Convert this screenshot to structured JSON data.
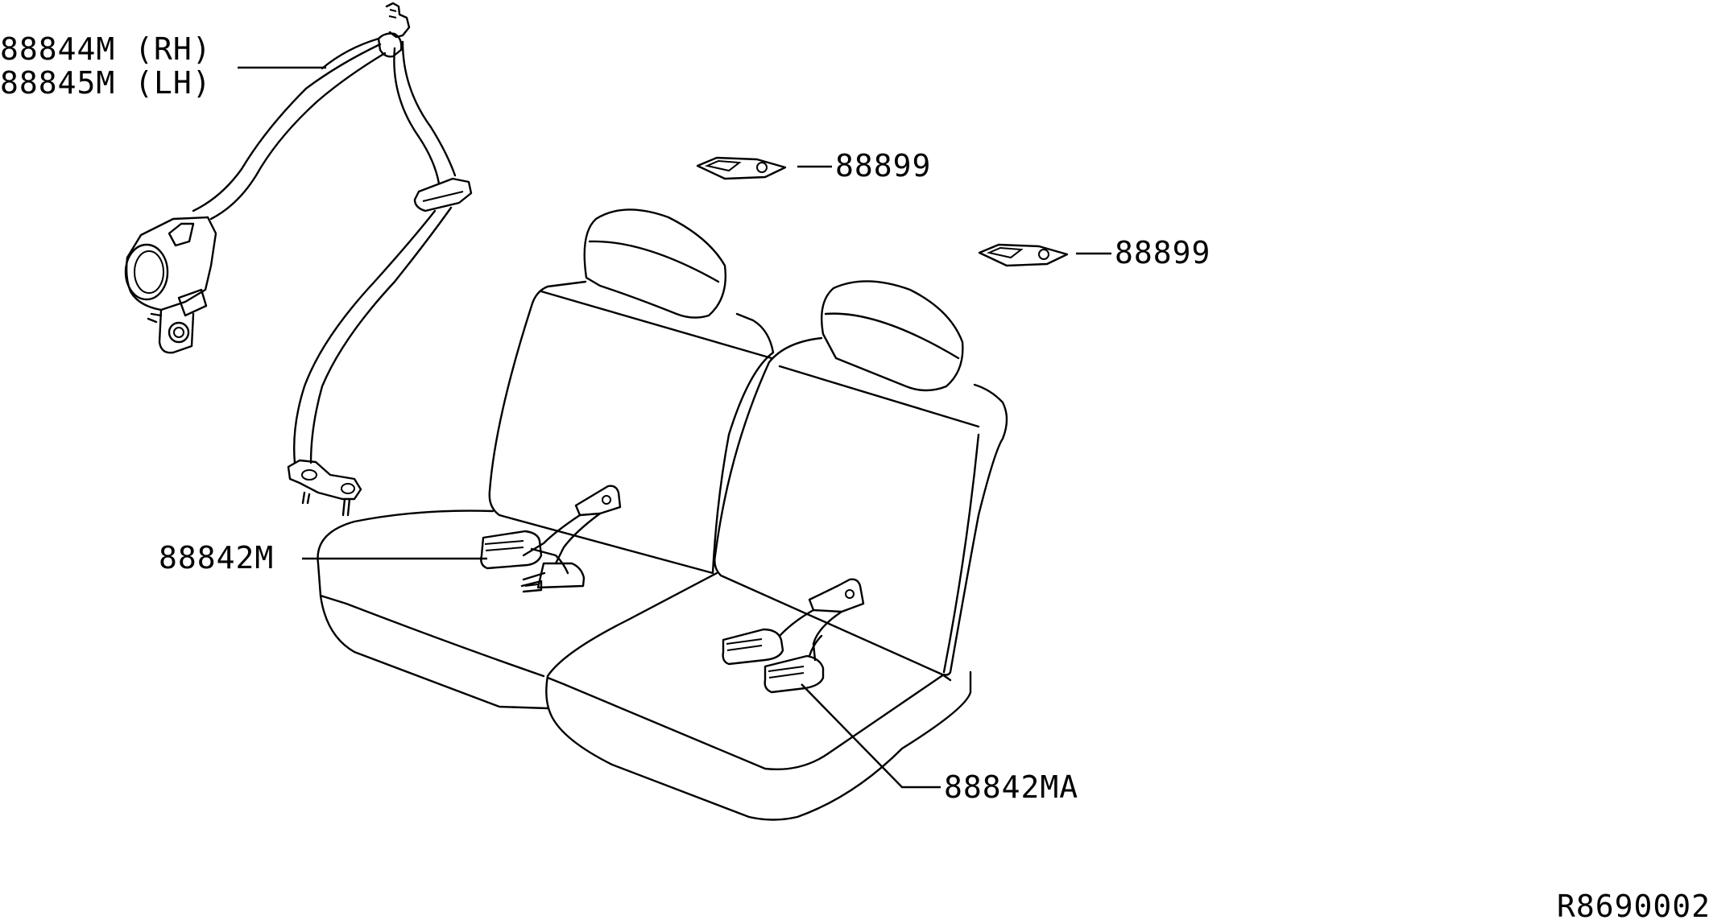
{
  "diagram": {
    "labels": {
      "belt_rh": "88844M (RH)",
      "belt_lh": "88845M (LH)",
      "washer_upper": "88899",
      "washer_lower": "88899",
      "buckle_left": "88842M",
      "buckle_right": "88842MA"
    },
    "drawing_id": "R8690002"
  }
}
